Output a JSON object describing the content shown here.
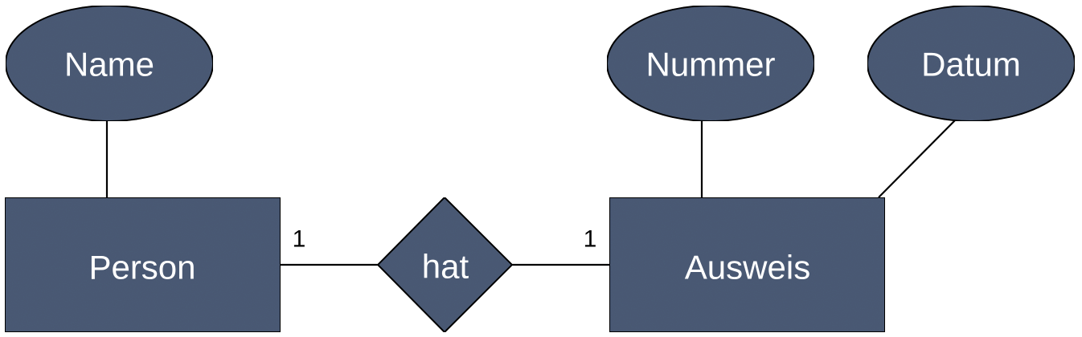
{
  "diagram": {
    "fill_color": "#4a5a75",
    "stroke_color": "#000000",
    "text_color": "#ffffff",
    "entities": [
      {
        "id": "person",
        "label": "Person"
      },
      {
        "id": "ausweis",
        "label": "Ausweis"
      }
    ],
    "relationship": {
      "id": "hat",
      "label": "hat"
    },
    "attributes": [
      {
        "id": "name",
        "label": "Name",
        "entity": "person"
      },
      {
        "id": "nummer",
        "label": "Nummer",
        "entity": "ausweis"
      },
      {
        "id": "datum",
        "label": "Datum",
        "entity": "ausweis"
      }
    ],
    "cardinalities": {
      "person_side": "1",
      "ausweis_side": "1"
    }
  }
}
